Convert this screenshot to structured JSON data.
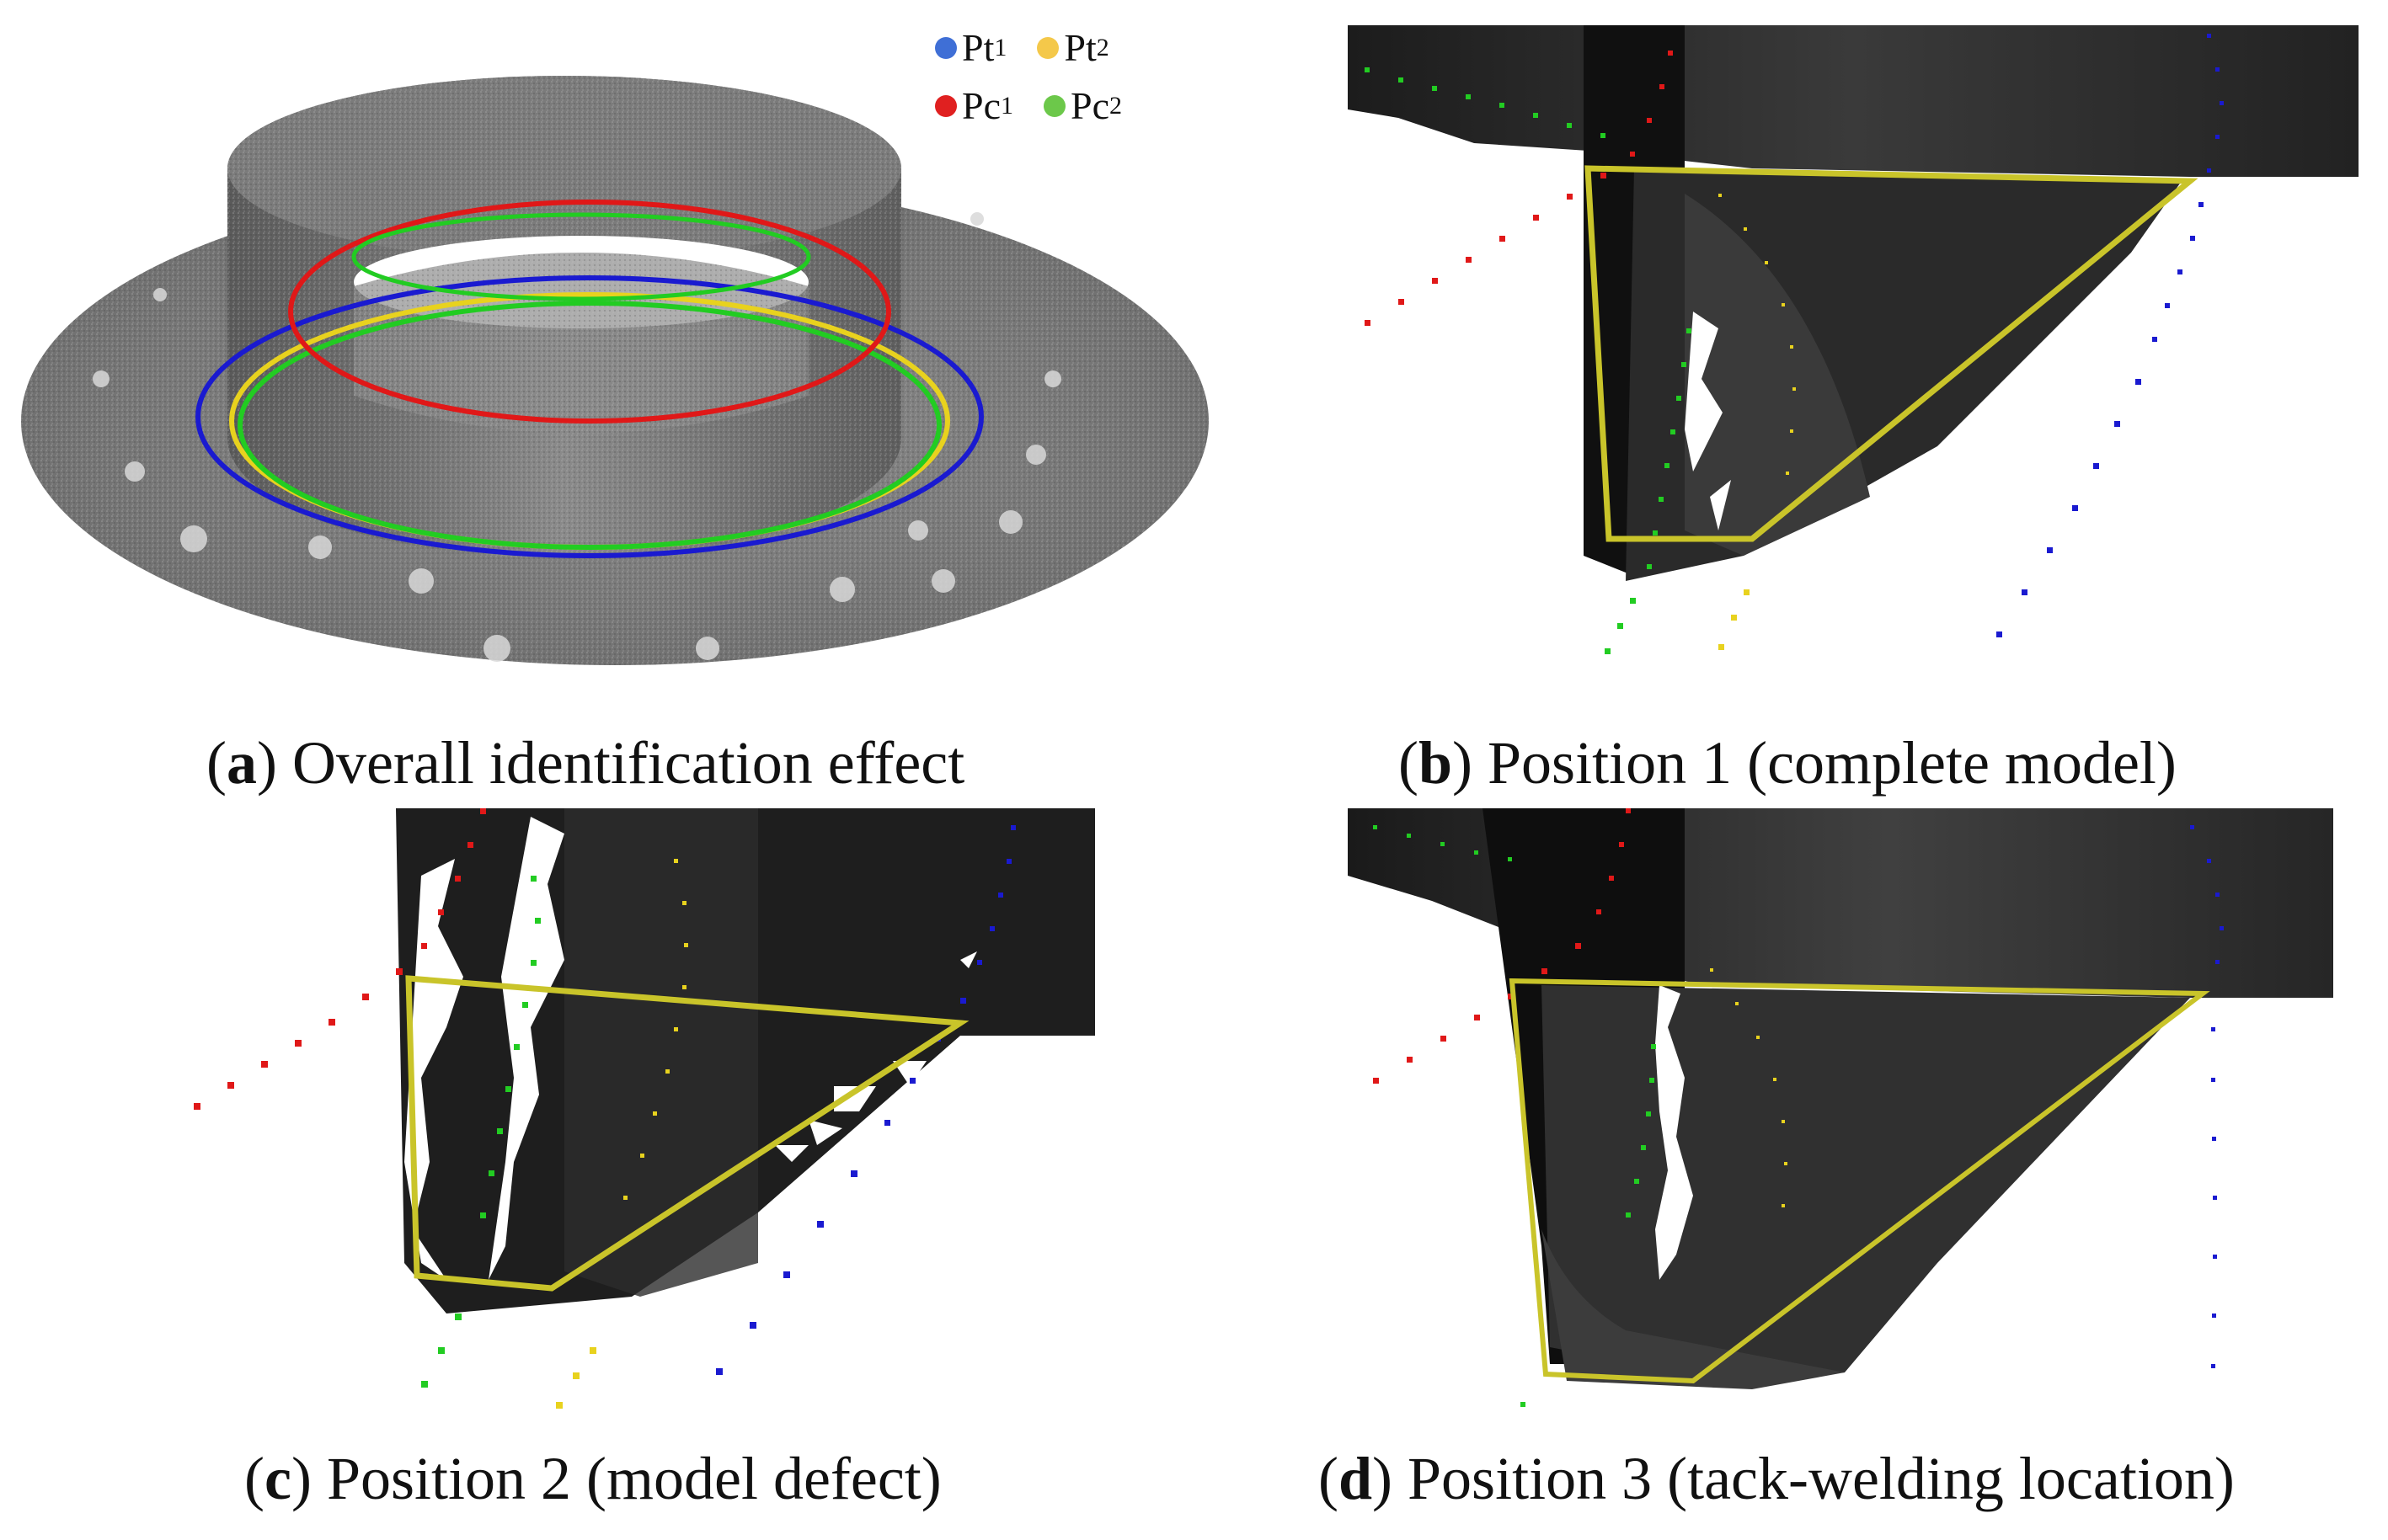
{
  "legend": {
    "items": [
      {
        "text": "Pt",
        "sub": "1",
        "color": "#3f6fd6"
      },
      {
        "text": "Pt",
        "sub": "2",
        "color": "#f4c84a"
      },
      {
        "text": "Pc",
        "sub": "1",
        "color": "#e02020"
      },
      {
        "text": "Pc",
        "sub": "2",
        "color": "#6cc84a"
      }
    ]
  },
  "panels": {
    "a": {
      "letter": "a",
      "text": " Overall identification effect"
    },
    "b": {
      "letter": "b",
      "text": " Position 1 (complete model)"
    },
    "c": {
      "letter": "c",
      "text": " Position 2 (model defect)"
    },
    "d": {
      "letter": "d",
      "text": " Position 3 (tack-welding location)"
    }
  },
  "colors": {
    "pt1": "#1a1ad0",
    "pt2": "#e8d21e",
    "pc1": "#e01818",
    "pc2": "#22cc22",
    "box": "#c9c42a"
  }
}
